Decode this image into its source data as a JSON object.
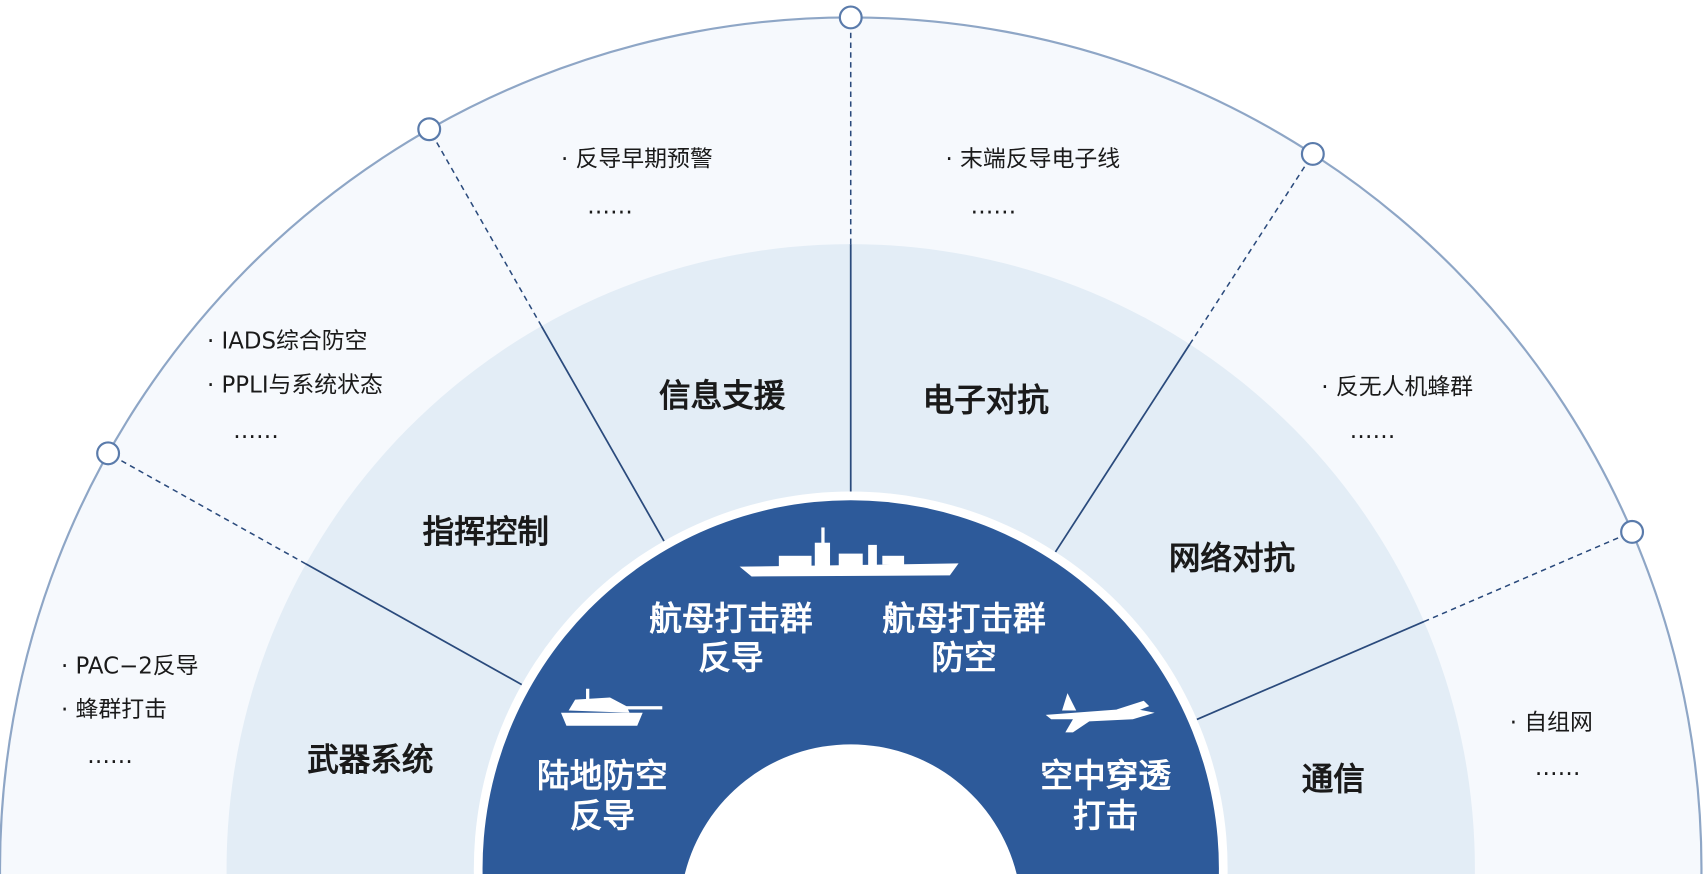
{
  "colors": {
    "core": "#2d5a9a",
    "middle_ring": "#e3edf6",
    "outer_ring": "#f6f9fd",
    "outer_stroke": "#8ea6c6",
    "lines": "#2a4a7c"
  },
  "core": {
    "top_left": {
      "line1": "航母打击群",
      "line2": "反导",
      "icon": "ship-icon"
    },
    "top_right": {
      "line1": "航母打击群",
      "line2": "防空",
      "icon": "ship-icon"
    },
    "left": {
      "line1": "陆地防空",
      "line2": "反导",
      "icon": "tank-icon"
    },
    "right": {
      "line1": "空中穿透",
      "line2": "打击",
      "icon": "jet-icon"
    }
  },
  "categories": [
    {
      "label": "武器系统",
      "items": [
        "· PAC−2反导",
        "· 蜂群打击"
      ],
      "more": "……"
    },
    {
      "label": "指挥控制",
      "items": [
        "· IADS综合防空",
        "· PPLI与系统状态"
      ],
      "more": "……"
    },
    {
      "label": "信息支援",
      "items": [
        "· 反导早期预警"
      ],
      "more": "……"
    },
    {
      "label": "电子对抗",
      "items": [
        "· 末端反导电子线"
      ],
      "more": "……"
    },
    {
      "label": "网络对抗",
      "items": [
        "· 反无人机蜂群"
      ],
      "more": "……"
    },
    {
      "label": "通信",
      "items": [
        "· 自组网"
      ],
      "more": "……"
    }
  ]
}
